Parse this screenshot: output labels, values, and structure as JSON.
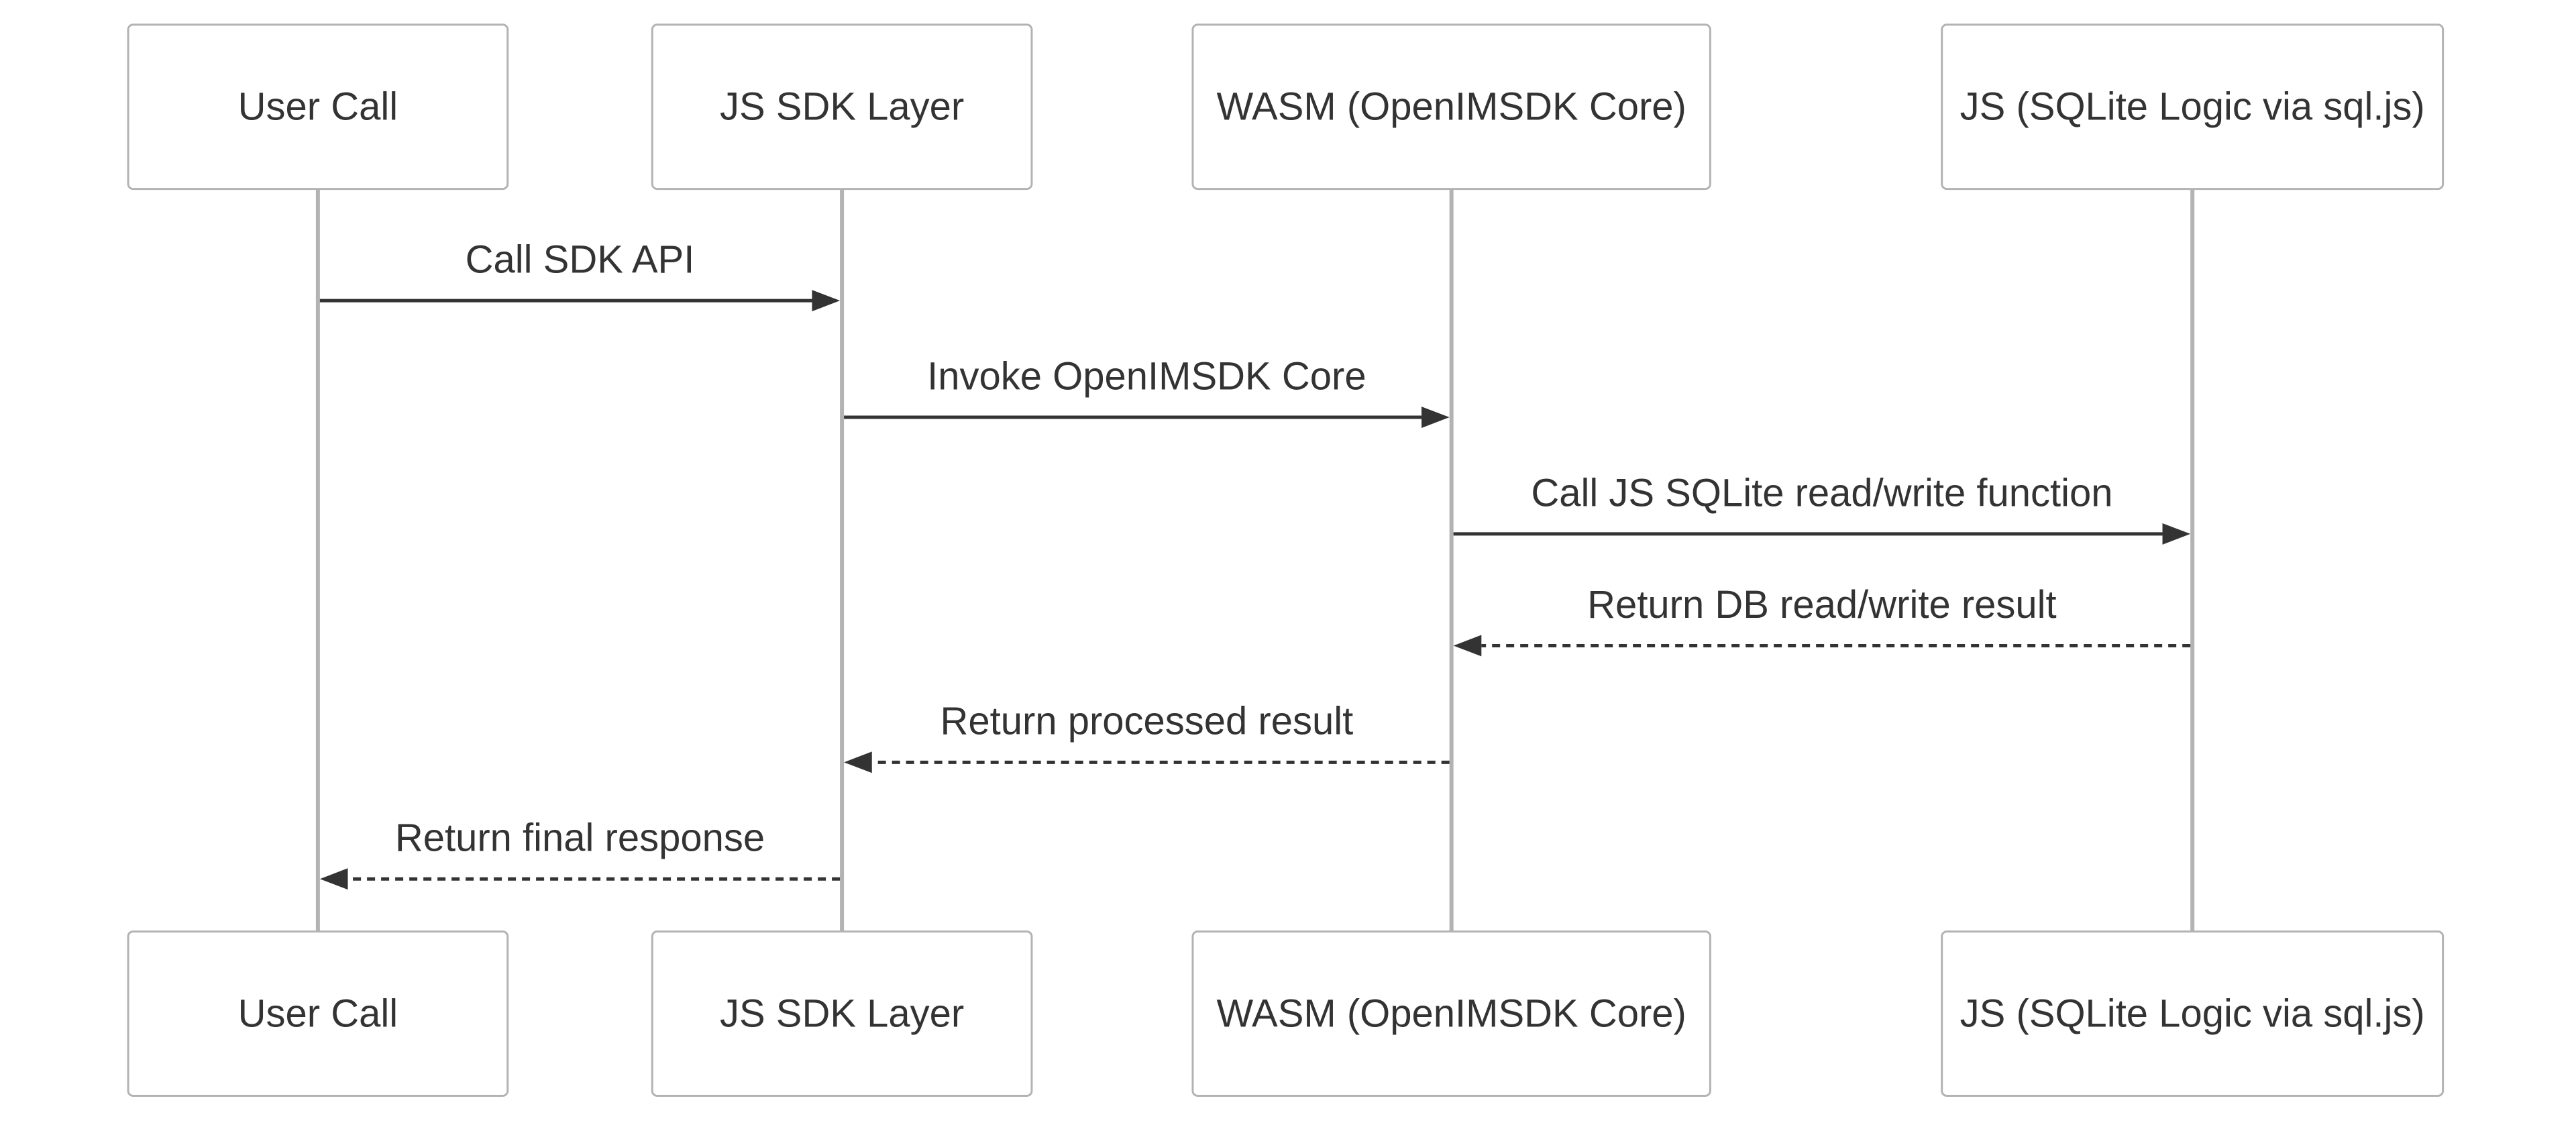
{
  "diagram": {
    "type": "sequence",
    "colors": {
      "box_border": "#b3b3b3",
      "box_fill": "#ffffff",
      "lifeline": "#b3b3b3",
      "text": "#333333",
      "arrow": "#333333"
    },
    "participants": [
      {
        "id": "user",
        "label": "User Call"
      },
      {
        "id": "jssdk",
        "label": "JS SDK Layer"
      },
      {
        "id": "wasm",
        "label": "WASM (OpenIMSDK Core)"
      },
      {
        "id": "sqlite",
        "label": "JS (SQLite Logic via sql.js)"
      }
    ],
    "messages": [
      {
        "from": "user",
        "to": "jssdk",
        "label": "Call SDK API",
        "style": "solid"
      },
      {
        "from": "jssdk",
        "to": "wasm",
        "label": "Invoke OpenIMSDK Core",
        "style": "solid"
      },
      {
        "from": "wasm",
        "to": "sqlite",
        "label": "Call JS SQLite read/write function",
        "style": "solid"
      },
      {
        "from": "sqlite",
        "to": "wasm",
        "label": "Return DB read/write result",
        "style": "dashed"
      },
      {
        "from": "wasm",
        "to": "jssdk",
        "label": "Return processed result",
        "style": "dashed"
      },
      {
        "from": "jssdk",
        "to": "user",
        "label": "Return final response",
        "style": "dashed"
      }
    ]
  }
}
